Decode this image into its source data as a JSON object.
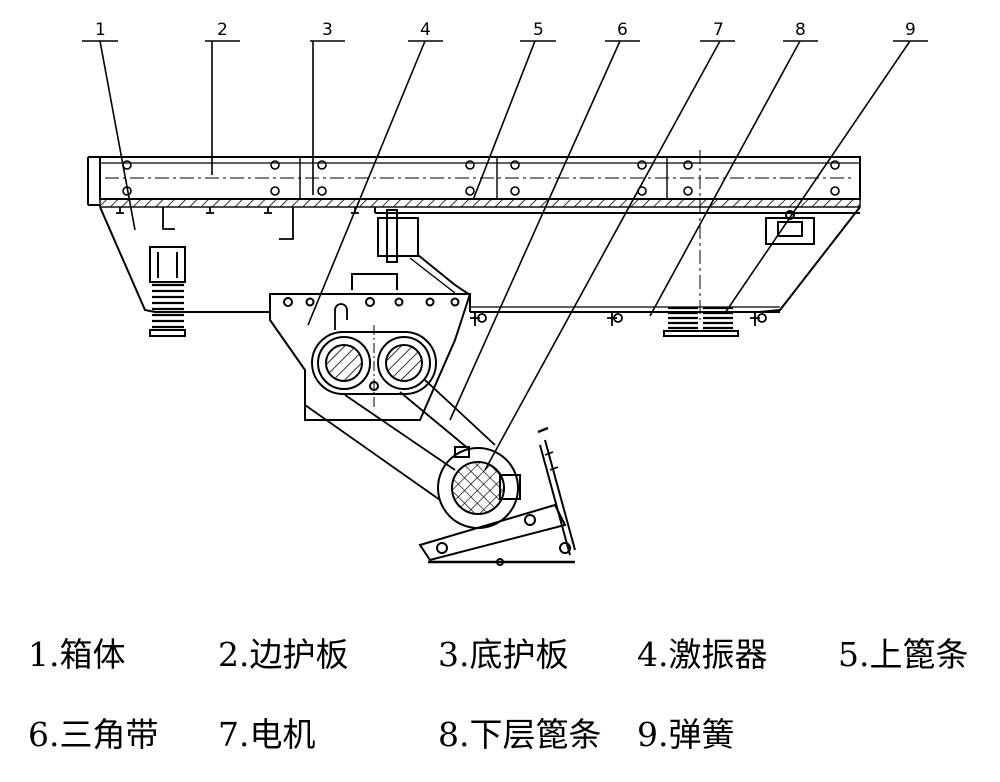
{
  "callouts": [
    "1",
    "2",
    "3",
    "4",
    "5",
    "6",
    "7",
    "8",
    "9"
  ],
  "legend": [
    "1.箱体",
    "2.边护板",
    "3.底护板",
    "4.激振器",
    "5.上篦条",
    "6.三角带",
    "7.电机",
    "8.下层篦条",
    "9.弹簧"
  ],
  "colors": {
    "line": "#000000",
    "background": "#ffffff"
  }
}
